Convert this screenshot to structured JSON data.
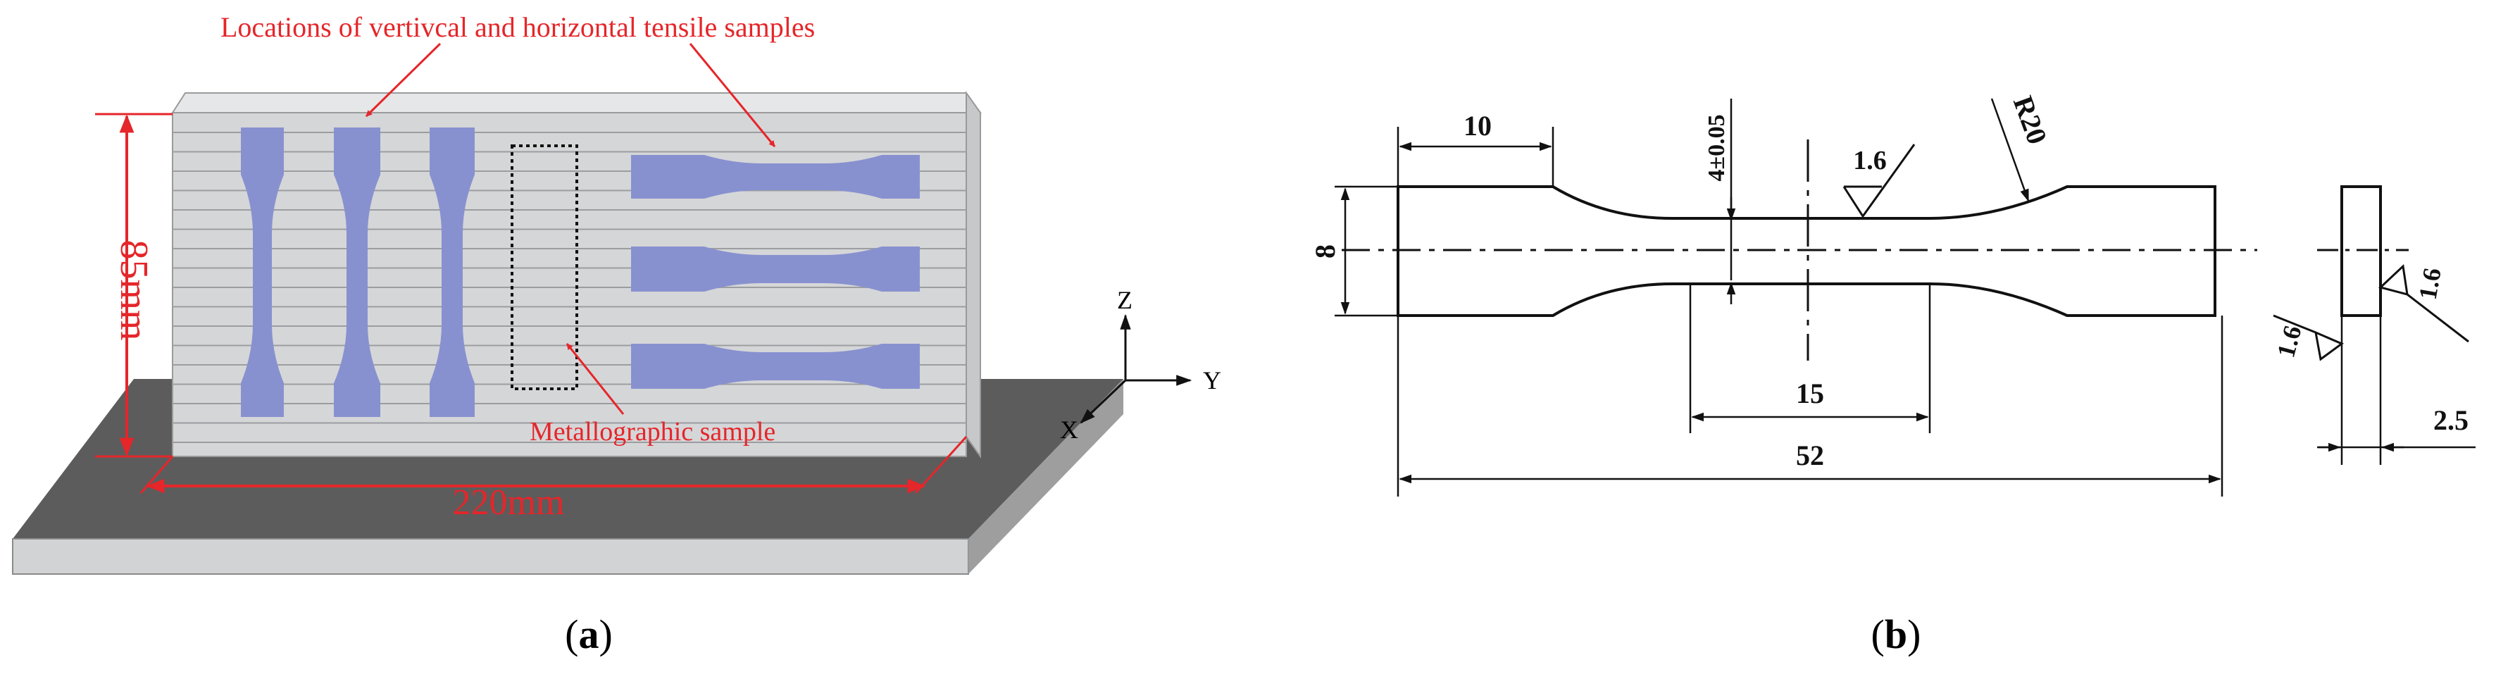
{
  "panel_a": {
    "title_label": "Locations of vertivcal and horizontal tensile samples",
    "metallographic_label": "Metallographic sample",
    "height_dim": "85mm",
    "width_dim": "220mm",
    "axis_z": "Z",
    "axis_y": "Y",
    "axis_x": "X",
    "caption_open": "(",
    "caption_letter": "a",
    "caption_close": ")",
    "colors": {
      "block": "#d4d5d7",
      "block_top": "#e4e5e6",
      "block_side": "#c4c5c7",
      "sample": "#8891cf",
      "plate_top": "#5c5c5c",
      "plate_front": "#cfd0d2",
      "plate_side": "#9c9c9c",
      "annotation": "#e5262a"
    }
  },
  "panel_b": {
    "dim_10": "10",
    "dim_tol": "4±0.05",
    "dim_rough_top": "1.6",
    "dim_r20": "R20",
    "dim_8": "8",
    "dim_15": "15",
    "dim_52": "52",
    "dim_rough_left": "1.6",
    "dim_rough_right": "1.6",
    "dim_2_5": "2.5",
    "caption_open": "(",
    "caption_letter": "b",
    "caption_close": ")"
  }
}
